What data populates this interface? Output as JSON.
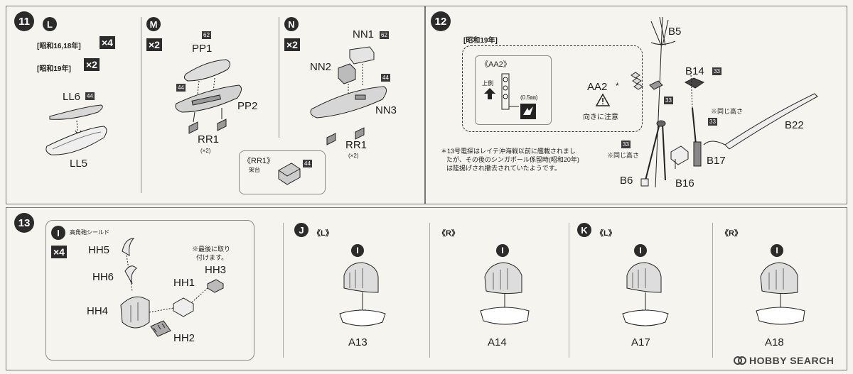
{
  "step11": {
    "number": "11",
    "L": {
      "letter": "L",
      "era1": "[昭和16,18年]",
      "qty1": "×4",
      "era2": "[昭和19年]",
      "qty2": "×2",
      "part_a": "LL6",
      "part_a_num": "44",
      "part_b": "LL5"
    },
    "M": {
      "letter": "M",
      "qty": "×2",
      "top_num": "62",
      "p1": "PP1",
      "p1_num": "44",
      "p2": "PP2",
      "rr": "RR1",
      "rr_qty": "(×2)"
    },
    "N": {
      "letter": "N",
      "qty": "×2",
      "nn1": "NN1",
      "nn1_num": "62",
      "nn2": "NN2",
      "nn3_num": "44",
      "nn3": "NN3",
      "rr": "RR1",
      "rr_qty": "(×2)"
    },
    "inset": {
      "title": "《RR1》",
      "caption": "架台",
      "num": "44"
    }
  },
  "step12": {
    "number": "12",
    "era": "[昭和19年]",
    "aa2_title": "《AA2》",
    "up_label": "上側",
    "thickness": "(0.5㎜)",
    "aa2": "AA2",
    "aa2_star": "*",
    "caution": "向きに注意",
    "b5": "B5",
    "b14": "B14",
    "b14_num": "33",
    "num33a": "33",
    "num33b": "33",
    "num33c": "33",
    "same_height1": "※同じ高さ",
    "same_height2": "※同じ高さ",
    "b22": "B22",
    "b17": "B17",
    "b6": "B6",
    "b16": "B16",
    "note_lines": [
      "＊13号電探はレイテ沖海戦以前に艦載されまし",
      "たが、その後のシンガポール係留時(昭和20年)",
      "は陸揚げされ撤去されていたようです。"
    ]
  },
  "step13": {
    "number": "13",
    "I": {
      "letter": "I",
      "title": "高角砲シールド",
      "qty": "×4",
      "hh5": "HH5",
      "hh6": "HH6",
      "hh1": "HH1",
      "hh3": "HH3",
      "hh4": "HH4",
      "hh2": "HH2",
      "note1": "※最後に取り",
      "note2": "付けます。"
    },
    "J": {
      "letter": "J",
      "left": "《L》",
      "right": "《R》",
      "a13": "A13",
      "a14": "A14"
    },
    "K": {
      "letter": "K",
      "left": "《L》",
      "right": "《R》",
      "a17": "A17",
      "a18": "A18"
    },
    "sub_I": "I"
  },
  "watermark": {
    "text": "HOBBY SEARCH"
  }
}
